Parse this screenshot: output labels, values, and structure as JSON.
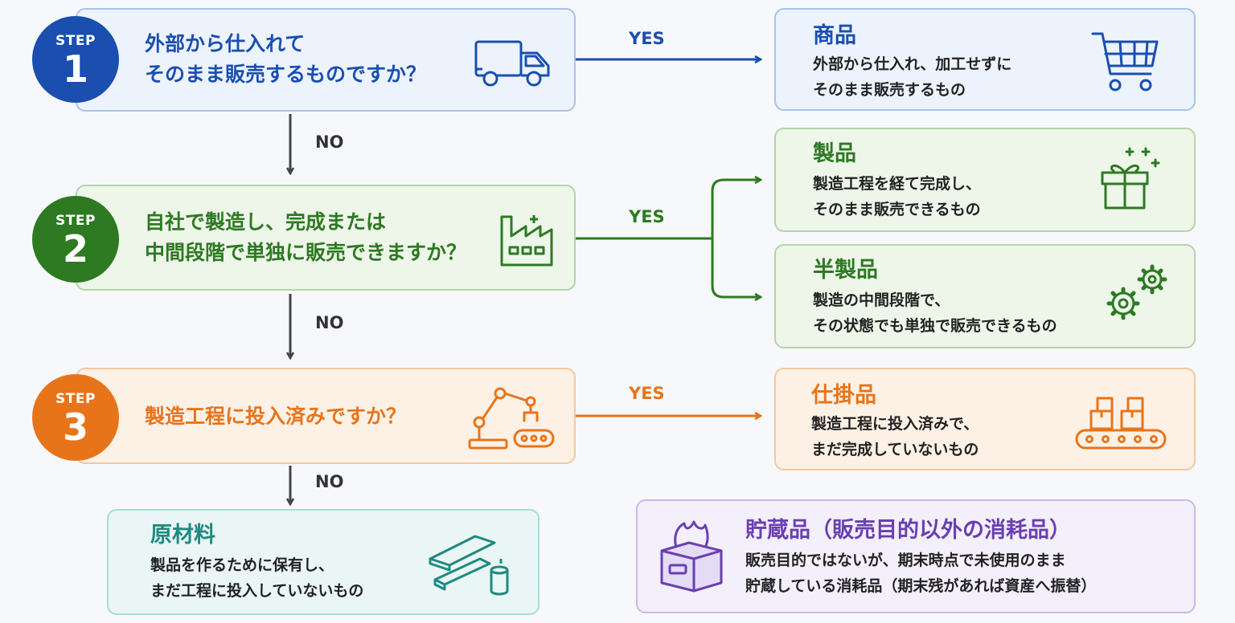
{
  "steps": [
    {
      "step_label": "STEP",
      "number": "1",
      "question_line1": "外部から仕入れて",
      "question_line2": "そのまま販売するものですか？",
      "icon": "truck-icon",
      "color": "#1a4fb0"
    },
    {
      "step_label": "STEP",
      "number": "2",
      "question_line1": "自社で製造し、完成または",
      "question_line2": "中間段階で単独に販売できますか？",
      "icon": "factory-icon",
      "color": "#2d7a22"
    },
    {
      "step_label": "STEP",
      "number": "3",
      "question_line1": "製造工程に投入済みですか？",
      "icon": "robot-arm-icon",
      "color": "#e8741a"
    }
  ],
  "connectors": {
    "yes": "YES",
    "no": "NO"
  },
  "results": {
    "shohin": {
      "title": "商品",
      "desc_line1": "外部から仕入れ、加工せずに",
      "desc_line2": "そのまま販売するもの",
      "icon": "cart-icon"
    },
    "seihin": {
      "title": "製品",
      "desc_line1": "製造工程を経て完成し、",
      "desc_line2": "そのまま販売できるもの",
      "icon": "gift-icon"
    },
    "hanseihin": {
      "title": "半製品",
      "desc_line1": "製造の中間段階で、",
      "desc_line2": "その状態でも単独で販売できるもの",
      "icon": "gears-icon"
    },
    "shikakehin": {
      "title": "仕掛品",
      "desc_line1": "製造工程に投入済みで、",
      "desc_line2": "まだ完成していないもの",
      "icon": "conveyor-icon"
    },
    "genzairyo": {
      "title": "原材料",
      "desc_line1": "製品を作るために保有し、",
      "desc_line2": "まだ工程に投入していないもの",
      "icon": "materials-icon"
    },
    "chozohin": {
      "title": "貯蔵品（販売目的以外の消耗品）",
      "desc_line1": "販売目的ではないが、期末時点で未使用のまま",
      "desc_line2": "貯蔵している消耗品（期末残があれば資産へ振替）",
      "icon": "tissue-box-icon"
    }
  },
  "colors": {
    "blue": "#1a4fb0",
    "green": "#2d7a22",
    "orange": "#e8741a",
    "teal": "#1f8a80",
    "purple": "#6a3fb0",
    "gray_arrow": "#444444"
  }
}
